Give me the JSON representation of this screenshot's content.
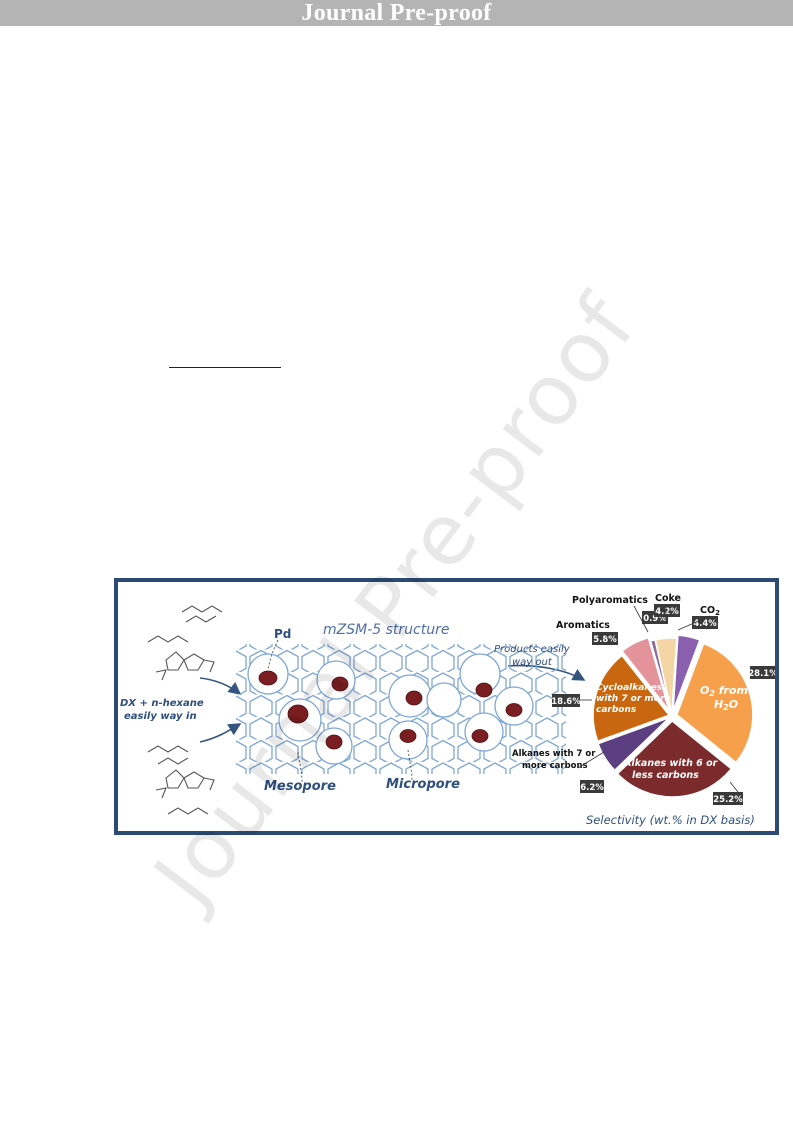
{
  "header": {
    "banner_title": "Journal Pre-proof"
  },
  "watermark": {
    "text": "Journal Pre-proof"
  },
  "figure": {
    "structure_title": "mZSM-5 structure",
    "pd_label": "Pd",
    "inlet_label_line1": "DX + n-hexane",
    "inlet_label_line2": "easily way in",
    "outlet_label_line1": "Products easily",
    "outlet_label_line2": "way out",
    "mesopore_label": "Mesopore",
    "micropore_label": "Micropore",
    "selectivity_caption": "Selectivity (wt.% in DX basis)",
    "colors": {
      "frame": "#2c4b74",
      "lattice": "#7ea7d6",
      "particle": "#7a1e22",
      "text_blue": "#2e4e7e"
    }
  },
  "chart_data": {
    "type": "pie",
    "title": "",
    "slices": [
      {
        "label": "O2 from H2O",
        "label_main": "O",
        "label_sub": "2",
        "label_rest": " from",
        "label_line2_main": "H",
        "label_line2_sub": "2",
        "label_line2_rest": "O",
        "value": 28.1,
        "display": "28.1%",
        "color": "#f6a04c"
      },
      {
        "label": "Alkanes with 6 or less carbons",
        "label_line1": "Alkanes with 6 or",
        "label_line2": "less carbons",
        "value": 25.2,
        "display": "25.2%",
        "color": "#7b2b2b"
      },
      {
        "label": "Alkanes with 7 or more carbons",
        "label_line1": "Alkanes with 7 or",
        "label_line2": "more carbons",
        "value": 6.2,
        "display": "6.2%",
        "color": "#5b3f80"
      },
      {
        "label": "Cycloalkanes with 7 or more carbons",
        "label_line1": "Cycloalkanes",
        "label_line2": "with 7 or more",
        "label_line3": "carbons",
        "value": 18.6,
        "display": "18.6%",
        "color": "#c8670f"
      },
      {
        "label": "Aromatics",
        "value": 5.8,
        "display": "5.8%",
        "color": "#e5939a"
      },
      {
        "label": "Polyaromatics",
        "value": 0.9,
        "display": "0.9%",
        "color": "#8f6b9b"
      },
      {
        "label": "Coke",
        "value": 4.2,
        "display": "4.2%",
        "color": "#f4d6a6"
      },
      {
        "label": "CO2",
        "label_main": "CO",
        "label_sub": "2",
        "value": 4.4,
        "display": "4.4%",
        "color": "#8a5fb0"
      }
    ]
  }
}
